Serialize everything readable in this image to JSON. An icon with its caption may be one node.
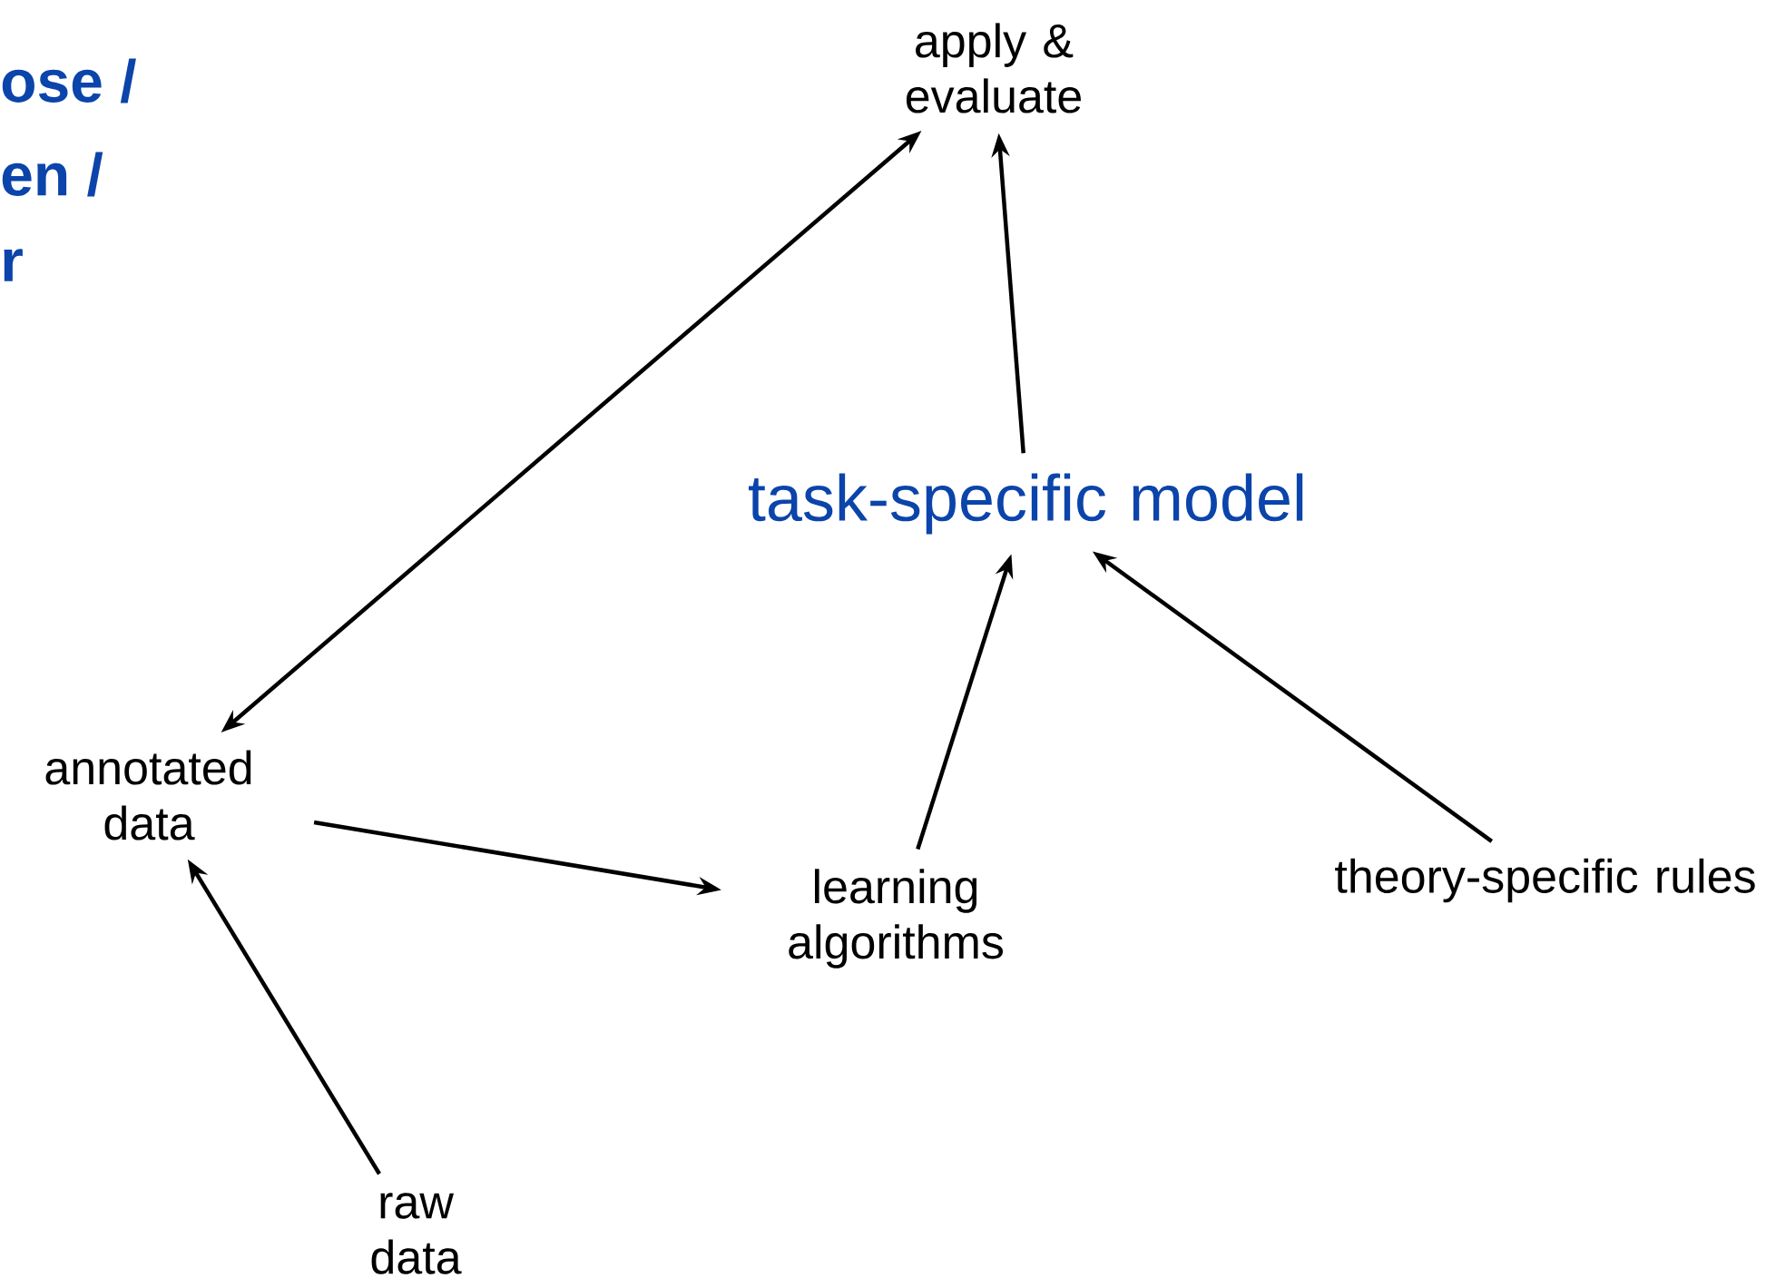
{
  "diagram": {
    "nodes": [
      {
        "text": [
          "apply & evaluate"
        ]
      },
      {
        "text": [
          "task-specific model"
        ]
      },
      {
        "text": [
          "annotated data"
        ]
      },
      {
        "text": [
          "learning algorithms"
        ]
      },
      {
        "text": [
          "theory-specific rules"
        ]
      },
      {
        "text": [
          "raw data"
        ]
      }
    ],
    "edges": [
      {
        "from": 5,
        "to": 2,
        "arrow": "to"
      },
      {
        "from": 2,
        "to": 3,
        "arrow": "to"
      },
      {
        "from": 2,
        "to": 0,
        "arrow": "both"
      },
      {
        "from": 3,
        "to": 1,
        "arrow": "to"
      },
      {
        "from": 4,
        "to": 1,
        "arrow": "to"
      },
      {
        "from": 1,
        "to": 0,
        "arrow": "to"
      }
    ],
    "labels": [
      "ose /",
      "en /",
      "r"
    ]
  }
}
